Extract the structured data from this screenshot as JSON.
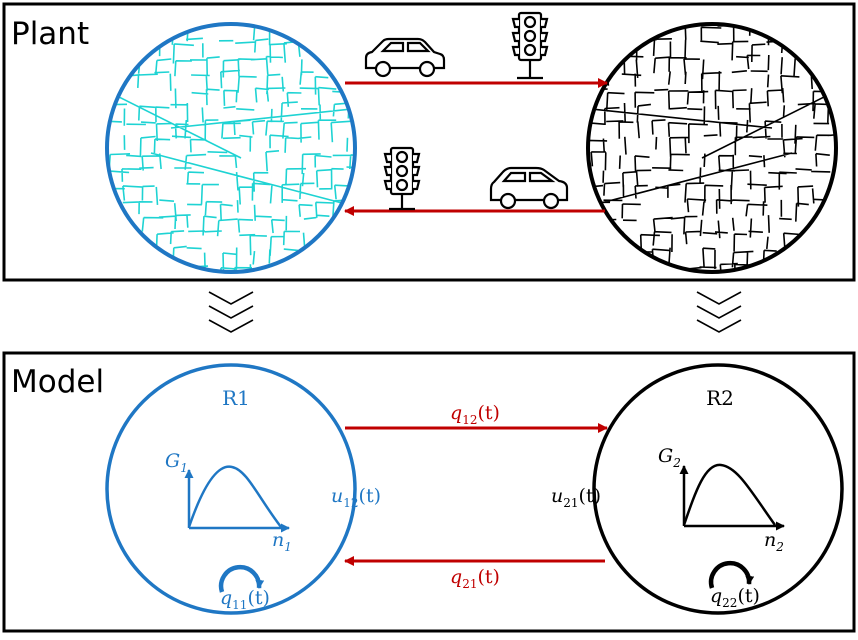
{
  "colors": {
    "blue": "#1f77c4",
    "cyan": "#1ed3d3",
    "red": "#c00000",
    "black": "#000000"
  },
  "plant": {
    "title": "Plant"
  },
  "model": {
    "title": "Model",
    "r1": {
      "label": "R1",
      "axis_y": "G",
      "axis_y_sub": "1",
      "axis_x": "n",
      "axis_x_sub": "1",
      "boundary_flow": {
        "sym": "u",
        "sub": "12",
        "arg": "(t)"
      },
      "internal_flow": {
        "sym": "q",
        "sub": "11",
        "arg": "(t)"
      }
    },
    "r2": {
      "label": "R2",
      "axis_y": "G",
      "axis_y_sub": "2",
      "axis_x": "n",
      "axis_x_sub": "2",
      "boundary_flow": {
        "sym": "u",
        "sub": "21",
        "arg": "(t)"
      },
      "internal_flow": {
        "sym": "q",
        "sub": "22",
        "arg": "(t)"
      }
    },
    "flow_12": {
      "sym": "q",
      "sub": "12",
      "arg": "(t)"
    },
    "flow_21": {
      "sym": "q",
      "sub": "21",
      "arg": "(t)"
    }
  },
  "icons": [
    "car-icon",
    "traffic-light-icon",
    "chevron-down-icon",
    "network-map-icon",
    "rotation-arrow-icon"
  ]
}
